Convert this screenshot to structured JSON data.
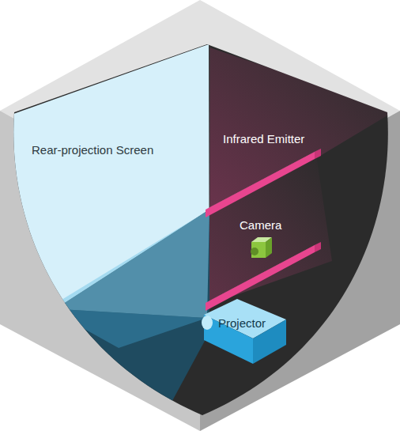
{
  "diagram": {
    "labels": [
      "Rear-projection Screen",
      "Infrared Emitter",
      "Camera",
      "Projector"
    ]
  }
}
